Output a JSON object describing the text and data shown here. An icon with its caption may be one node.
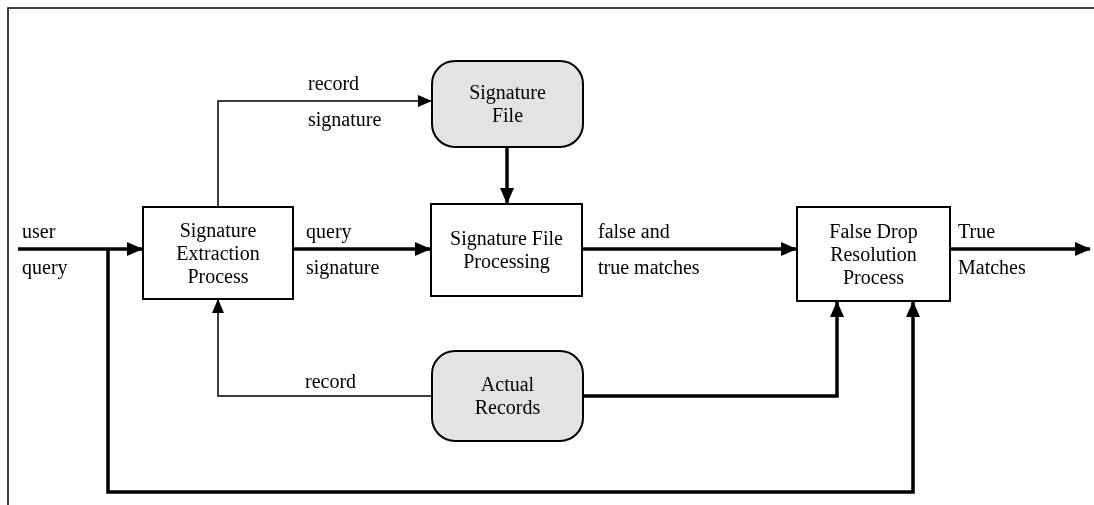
{
  "diagram": {
    "nodes": [
      {
        "text": [
          "Signature Extraction Process"
        ]
      },
      {
        "text": [
          "Signature File"
        ]
      },
      {
        "text": [
          "Signature File Processing"
        ]
      },
      {
        "text": [
          "False Drop Resolution Process"
        ]
      },
      {
        "text": [
          "Actual Records"
        ]
      }
    ],
    "edges": [
      {
        "from": null,
        "to": 0,
        "arrow": "to",
        "label": "user query"
      },
      {
        "from": null,
        "to": 3,
        "arrow": "to"
      },
      {
        "from": 0,
        "to": 1,
        "arrow": "to",
        "label": "record signature"
      },
      {
        "from": 0,
        "to": 2,
        "arrow": "to",
        "label": "query signature"
      },
      {
        "from": 1,
        "to": 2,
        "arrow": "to"
      },
      {
        "from": 2,
        "to": 3,
        "arrow": "to",
        "label": "false and true matches"
      },
      {
        "from": 3,
        "to": null,
        "arrow": "to",
        "label": "True Matches"
      },
      {
        "from": 4,
        "to": 0,
        "arrow": "to",
        "label": "record"
      },
      {
        "from": 4,
        "to": 3,
        "arrow": "to"
      }
    ]
  }
}
